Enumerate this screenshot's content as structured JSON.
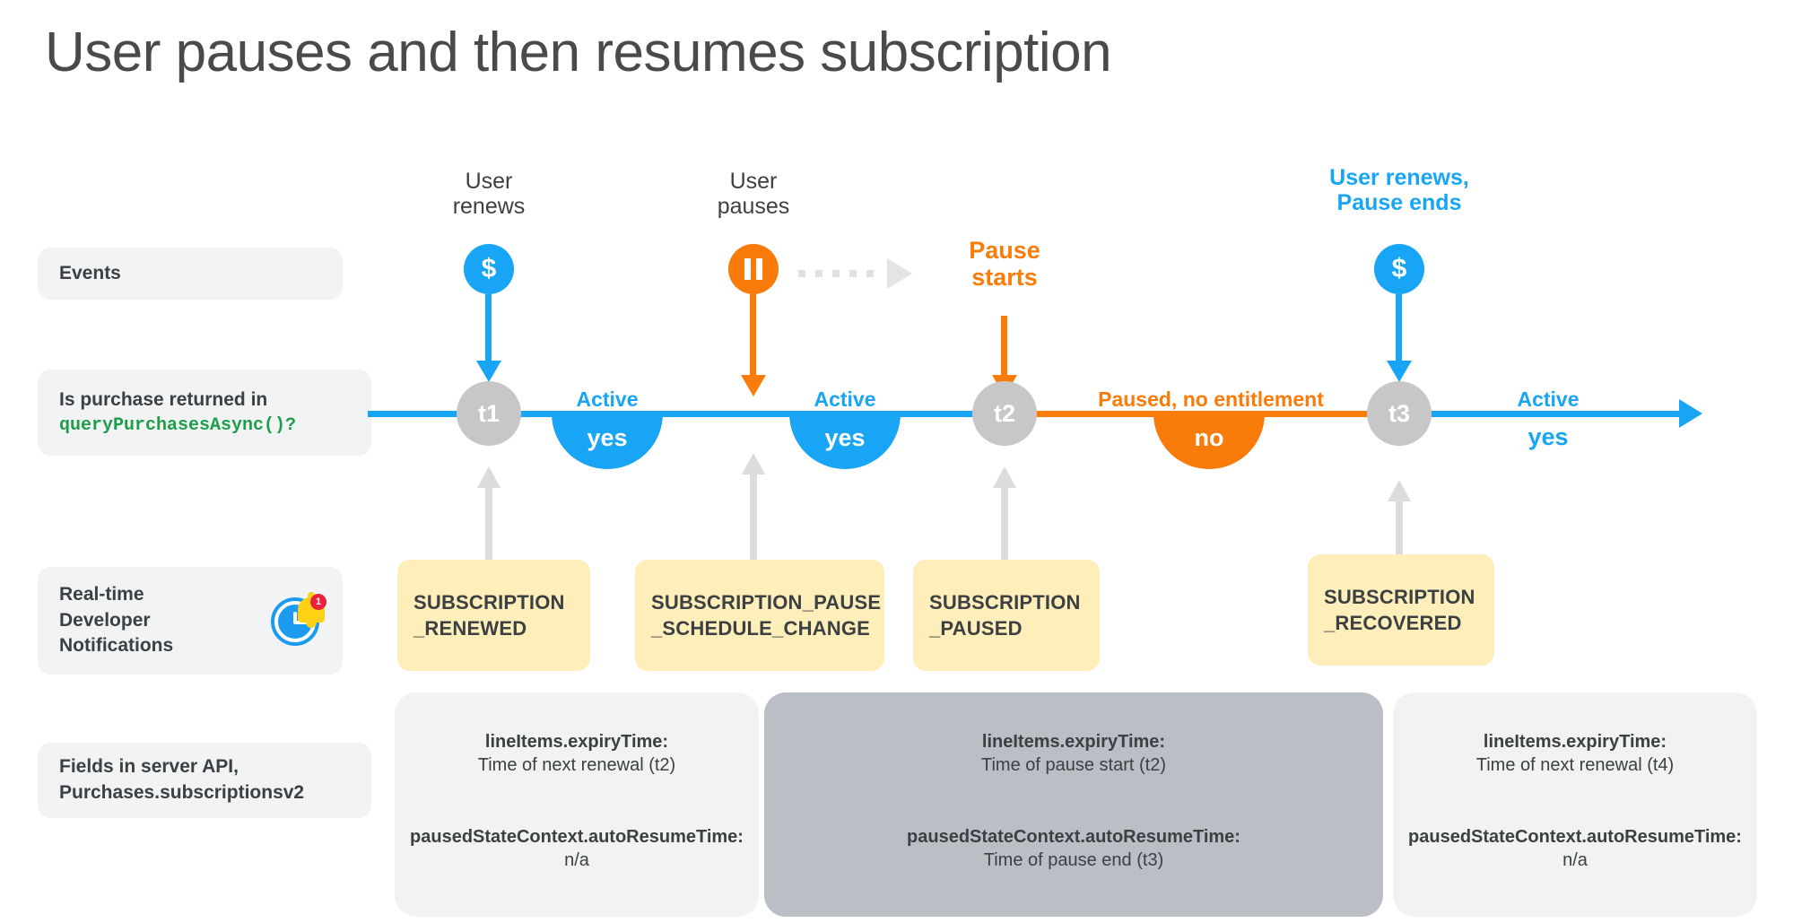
{
  "title": "User pauses and then resumes subscription",
  "row_labels": {
    "events": "Events",
    "query_line1": "Is purchase returned in",
    "query_code": "queryPurchasesAsync()?",
    "rtdn_line1": "Real-time",
    "rtdn_line2": "Developer",
    "rtdn_line3": "Notifications",
    "rtdn_badge": "1",
    "fields_line1": "Fields in server API,",
    "fields_line2": "Purchases.subscriptionsv2"
  },
  "events": [
    {
      "title_line1": "User",
      "title_line2": "renews",
      "icon": "dollar-icon",
      "glyph": "$",
      "color": "#18a5f5"
    },
    {
      "title_line1": "User",
      "title_line2": "pauses",
      "icon": "pause-icon",
      "glyph": "",
      "color": "#f97b0a"
    },
    {
      "title_line1": "Pause",
      "title_line2": "starts",
      "icon": "none",
      "glyph": "",
      "color": "#f97b0a"
    },
    {
      "title_line1": "User renews,",
      "title_line2": "Pause ends",
      "icon": "dollar-icon",
      "glyph": "$",
      "color": "#18a5f5"
    }
  ],
  "timeline": {
    "nodes": [
      "t1",
      "t2",
      "t3"
    ],
    "segments": [
      {
        "caption": "Active",
        "answer": "yes",
        "color": "#18a5f5"
      },
      {
        "caption": "Active",
        "answer": "yes",
        "color": "#18a5f5"
      },
      {
        "caption": "Paused, no entitlement",
        "answer": "no",
        "color": "#f97b0a"
      },
      {
        "caption": "Active",
        "answer": "yes",
        "color": "#18a5f5"
      }
    ]
  },
  "notifications": [
    {
      "line1": "SUBSCRIPTION",
      "line2": "_RENEWED"
    },
    {
      "line1": "SUBSCRIPTION_PAUSE",
      "line2": "_SCHEDULE_CHANGE"
    },
    {
      "line1": "SUBSCRIPTION",
      "line2": "_PAUSED"
    },
    {
      "line1": "SUBSCRIPTION",
      "line2": "_RECOVERED"
    }
  ],
  "fields": [
    {
      "expiry_key": "lineItems.expiryTime:",
      "expiry_val": "Time of next renewal (t2)",
      "resume_key": "pausedStateContext.autoResumeTime:",
      "resume_val": "n/a",
      "emphasis": "light"
    },
    {
      "expiry_key": "lineItems.expiryTime:",
      "expiry_val": "Time of pause start (t2)",
      "resume_key": "pausedStateContext.autoResumeTime:",
      "resume_val": "Time of pause end (t3)",
      "emphasis": "dark"
    },
    {
      "expiry_key": "lineItems.expiryTime:",
      "expiry_val": "Time of next renewal (t4)",
      "resume_key": "pausedStateContext.autoResumeTime:",
      "resume_val": "n/a",
      "emphasis": "light"
    }
  ],
  "colors": {
    "blue": "#18a5f5",
    "orange": "#f97b0a",
    "gray_node": "#c7c7c7",
    "yellow_box": "#fdeeba",
    "light_box": "#f1f2f2",
    "dark_box": "#b9bfc4",
    "code_green": "#1e9e4a"
  }
}
